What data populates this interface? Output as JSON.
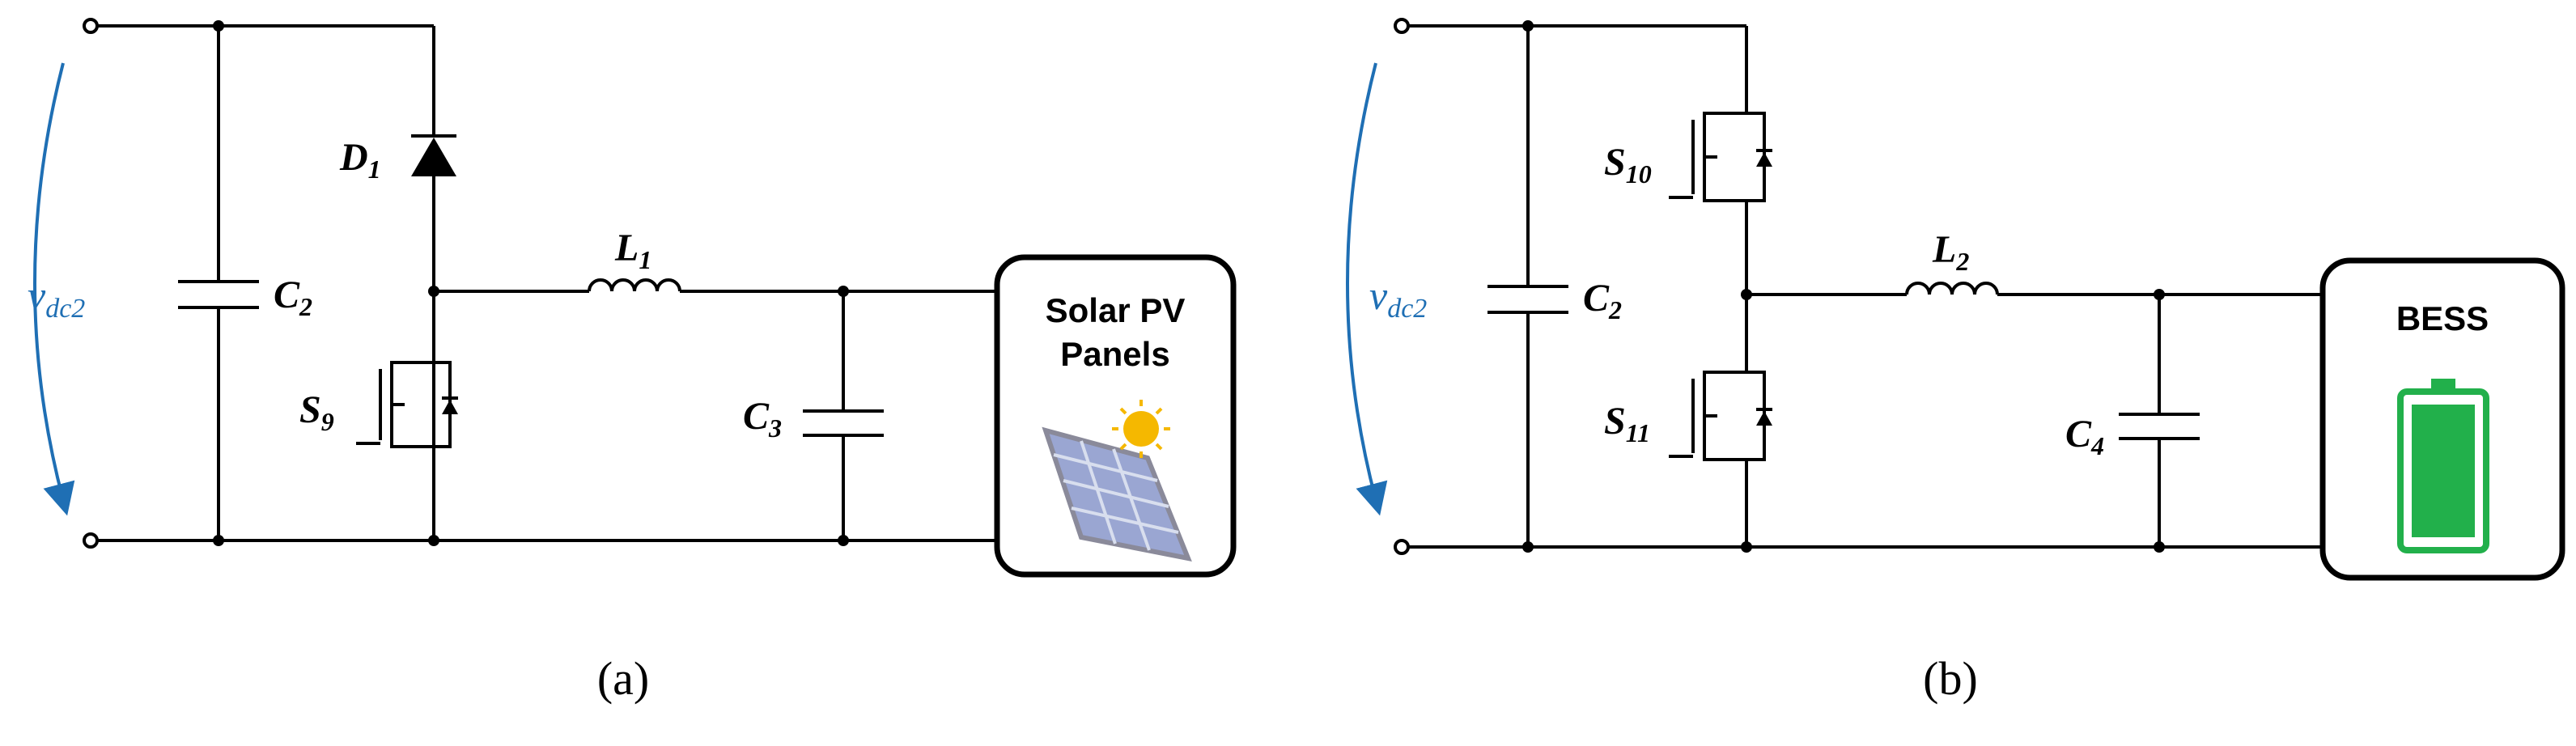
{
  "panel_a": {
    "voltage_label": "v",
    "voltage_sub": "dc2",
    "labels": {
      "capacitor_left": "C",
      "capacitor_left_sub": "2",
      "diode": "D",
      "diode_sub": "1",
      "inductor": "L",
      "inductor_sub": "1",
      "switch": "S",
      "switch_sub": "9",
      "capacitor_right": "C",
      "capacitor_right_sub": "3"
    },
    "box_line1": "Solar PV",
    "box_line2": "Panels",
    "caption": "(a)"
  },
  "panel_b": {
    "voltage_label": "v",
    "voltage_sub": "dc2",
    "labels": {
      "capacitor_left": "C",
      "capacitor_left_sub": "2",
      "switch_top": "S",
      "switch_top_sub": "10",
      "switch_bottom": "S",
      "switch_bottom_sub": "11",
      "inductor": "L",
      "inductor_sub": "2",
      "capacitor_right": "C",
      "capacitor_right_sub": "4"
    },
    "box_line1": "BESS",
    "caption": "(b)"
  },
  "colors": {
    "voltage_arrow": "#1f6fb4",
    "sun": "#f5b800",
    "battery": "#22b04b",
    "panel": "#8a98c8"
  },
  "icons": [
    "solar-panel-icon",
    "sun-icon",
    "battery-icon"
  ]
}
